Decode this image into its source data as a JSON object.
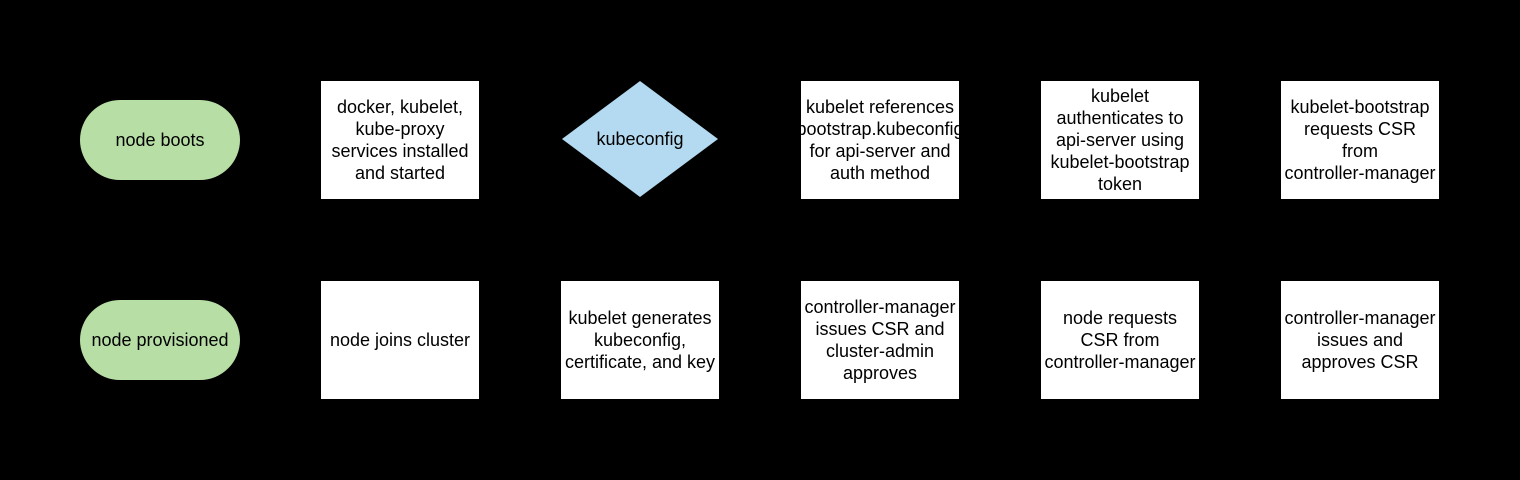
{
  "colors": {
    "background": "#000000",
    "terminator_fill": "#b7dfa5",
    "process_fill": "#ffffff",
    "decision_fill": "#b3daf0",
    "text": "#000000"
  },
  "nodes": {
    "node_boots": {
      "shape": "terminator",
      "label": "node boots"
    },
    "services_installed": {
      "shape": "process",
      "label": "docker, kubelet,\nkube-proxy\nservices installed\nand started"
    },
    "kubeconfig": {
      "shape": "decision",
      "label": "kubeconfig"
    },
    "kubelet_references": {
      "shape": "process",
      "label": "kubelet references\nbootstrap.kubeconfig\nfor api-server and\nauth method"
    },
    "kubelet_authenticates": {
      "shape": "process",
      "label": "kubelet\nauthenticates to\napi-server using\nkubelet-bootstrap\ntoken"
    },
    "kubelet_bootstrap_requests_csr": {
      "shape": "process",
      "label": "kubelet-bootstrap\nrequests CSR\nfrom\ncontroller-manager"
    },
    "node_provisioned": {
      "shape": "terminator",
      "label": "node provisioned"
    },
    "node_joins_cluster": {
      "shape": "process",
      "label": "node joins cluster"
    },
    "kubelet_generates": {
      "shape": "process",
      "label": "kubelet generates\nkubeconfig,\ncertificate, and key"
    },
    "cm_issues_csr_admin_approves": {
      "shape": "process",
      "label": "controller-manager\nissues CSR and\ncluster-admin\napproves"
    },
    "node_requests_csr": {
      "shape": "process",
      "label": "node requests\nCSR from\ncontroller-manager"
    },
    "cm_issues_and_approves_csr": {
      "shape": "process",
      "label": "controller-manager\nissues and\napproves CSR"
    }
  }
}
